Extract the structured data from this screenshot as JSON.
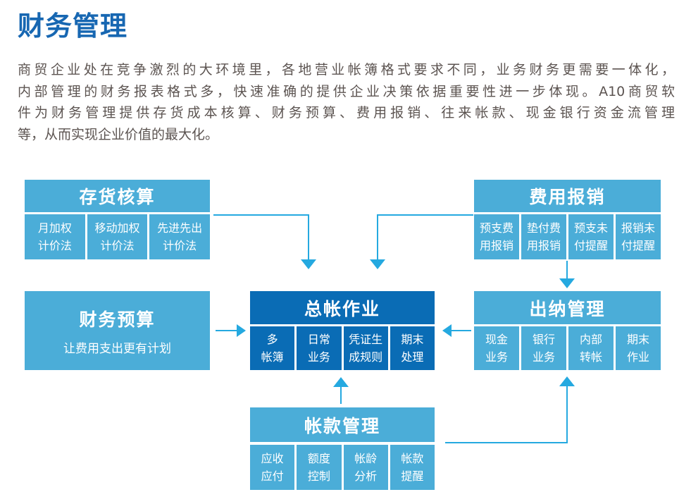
{
  "header": {
    "title": "财务管理"
  },
  "intro": {
    "lines": [
      "商贸企业处在竞争激烈的大环境里，各地营业帐簿格式要求不同，业务财务更需要一体化，",
      "内部管理的财务报表格式多，快速准确的提供企业决策依据重要性进一步体现。A10商贸软",
      "件为财务管理提供存货成本核算、财务预算、费用报销、往来帐款、现金银行资金流管理",
      "等，从而实现企业价值的最大化。"
    ]
  },
  "colors": {
    "title_blue": "#1767b2",
    "light_box_blue": "#4badd8",
    "dark_box_blue": "#0a6cb5",
    "arrow_blue": "#25a9e0",
    "body_text_gray": "#5c5451"
  },
  "diagram": {
    "inventory": {
      "title": "存货核算",
      "items": [
        {
          "line1": "月加权",
          "line2": "计价法"
        },
        {
          "line1": "移动加权",
          "line2": "计价法"
        },
        {
          "line1": "先进先出",
          "line2": "计价法"
        }
      ]
    },
    "expense": {
      "title": "费用报销",
      "items": [
        {
          "line1": "预支费",
          "line2": "用报销"
        },
        {
          "line1": "垫付费",
          "line2": "用报销"
        },
        {
          "line1": "预支未",
          "line2": "付提醒"
        },
        {
          "line1": "报销未",
          "line2": "付提醒"
        }
      ]
    },
    "budget": {
      "title": "财务预算",
      "subtitle": "让费用支出更有计划"
    },
    "ledger": {
      "title": "总帐作业",
      "items": [
        {
          "line1": "多",
          "line2": "帐簿"
        },
        {
          "line1": "日常",
          "line2": "业务"
        },
        {
          "line1": "凭证生",
          "line2": "成规则"
        },
        {
          "line1": "期末",
          "line2": "处理"
        }
      ]
    },
    "cashier": {
      "title": "出纳管理",
      "items": [
        {
          "line1": "现金",
          "line2": "业务"
        },
        {
          "line1": "银行",
          "line2": "业务"
        },
        {
          "line1": "内部",
          "line2": "转帐"
        },
        {
          "line1": "期末",
          "line2": "作业"
        }
      ]
    },
    "accounts": {
      "title": "帐款管理",
      "items": [
        {
          "line1": "应收",
          "line2": "应付"
        },
        {
          "line1": "额度",
          "line2": "控制"
        },
        {
          "line1": "帐龄",
          "line2": "分析"
        },
        {
          "line1": "帐款",
          "line2": "提醒"
        }
      ]
    }
  }
}
